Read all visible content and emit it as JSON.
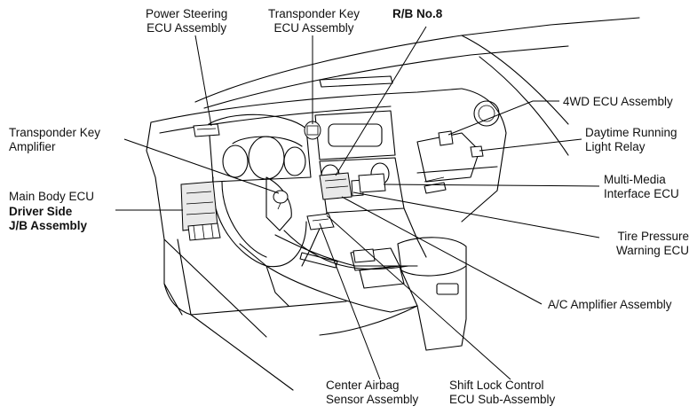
{
  "labels": {
    "power_steering": [
      "Power Steering",
      "ECU Assembly"
    ],
    "transponder_ecu": [
      "Transponder Key",
      "ECU Assembly"
    ],
    "rb_no8": "R/B No.8",
    "transponder_amp": [
      "Transponder Key",
      "Amplifier"
    ],
    "main_body_ecu": "Main Body ECU",
    "driver_jb": [
      "Driver Side",
      "J/B Assembly"
    ],
    "wd4_ecu": "4WD ECU Assembly",
    "daytime_relay": [
      "Daytime Running",
      "Light Relay"
    ],
    "multimedia": [
      "Multi-Media",
      "Interface ECU"
    ],
    "tire_pressure": [
      "Tire Pressure",
      "Warning ECU"
    ],
    "ac_amplifier": "A/C Amplifier Assembly",
    "center_airbag": [
      "Center Airbag",
      "Sensor Assembly"
    ],
    "shift_lock": [
      "Shift Lock Control",
      "ECU Sub-Assembly"
    ]
  }
}
